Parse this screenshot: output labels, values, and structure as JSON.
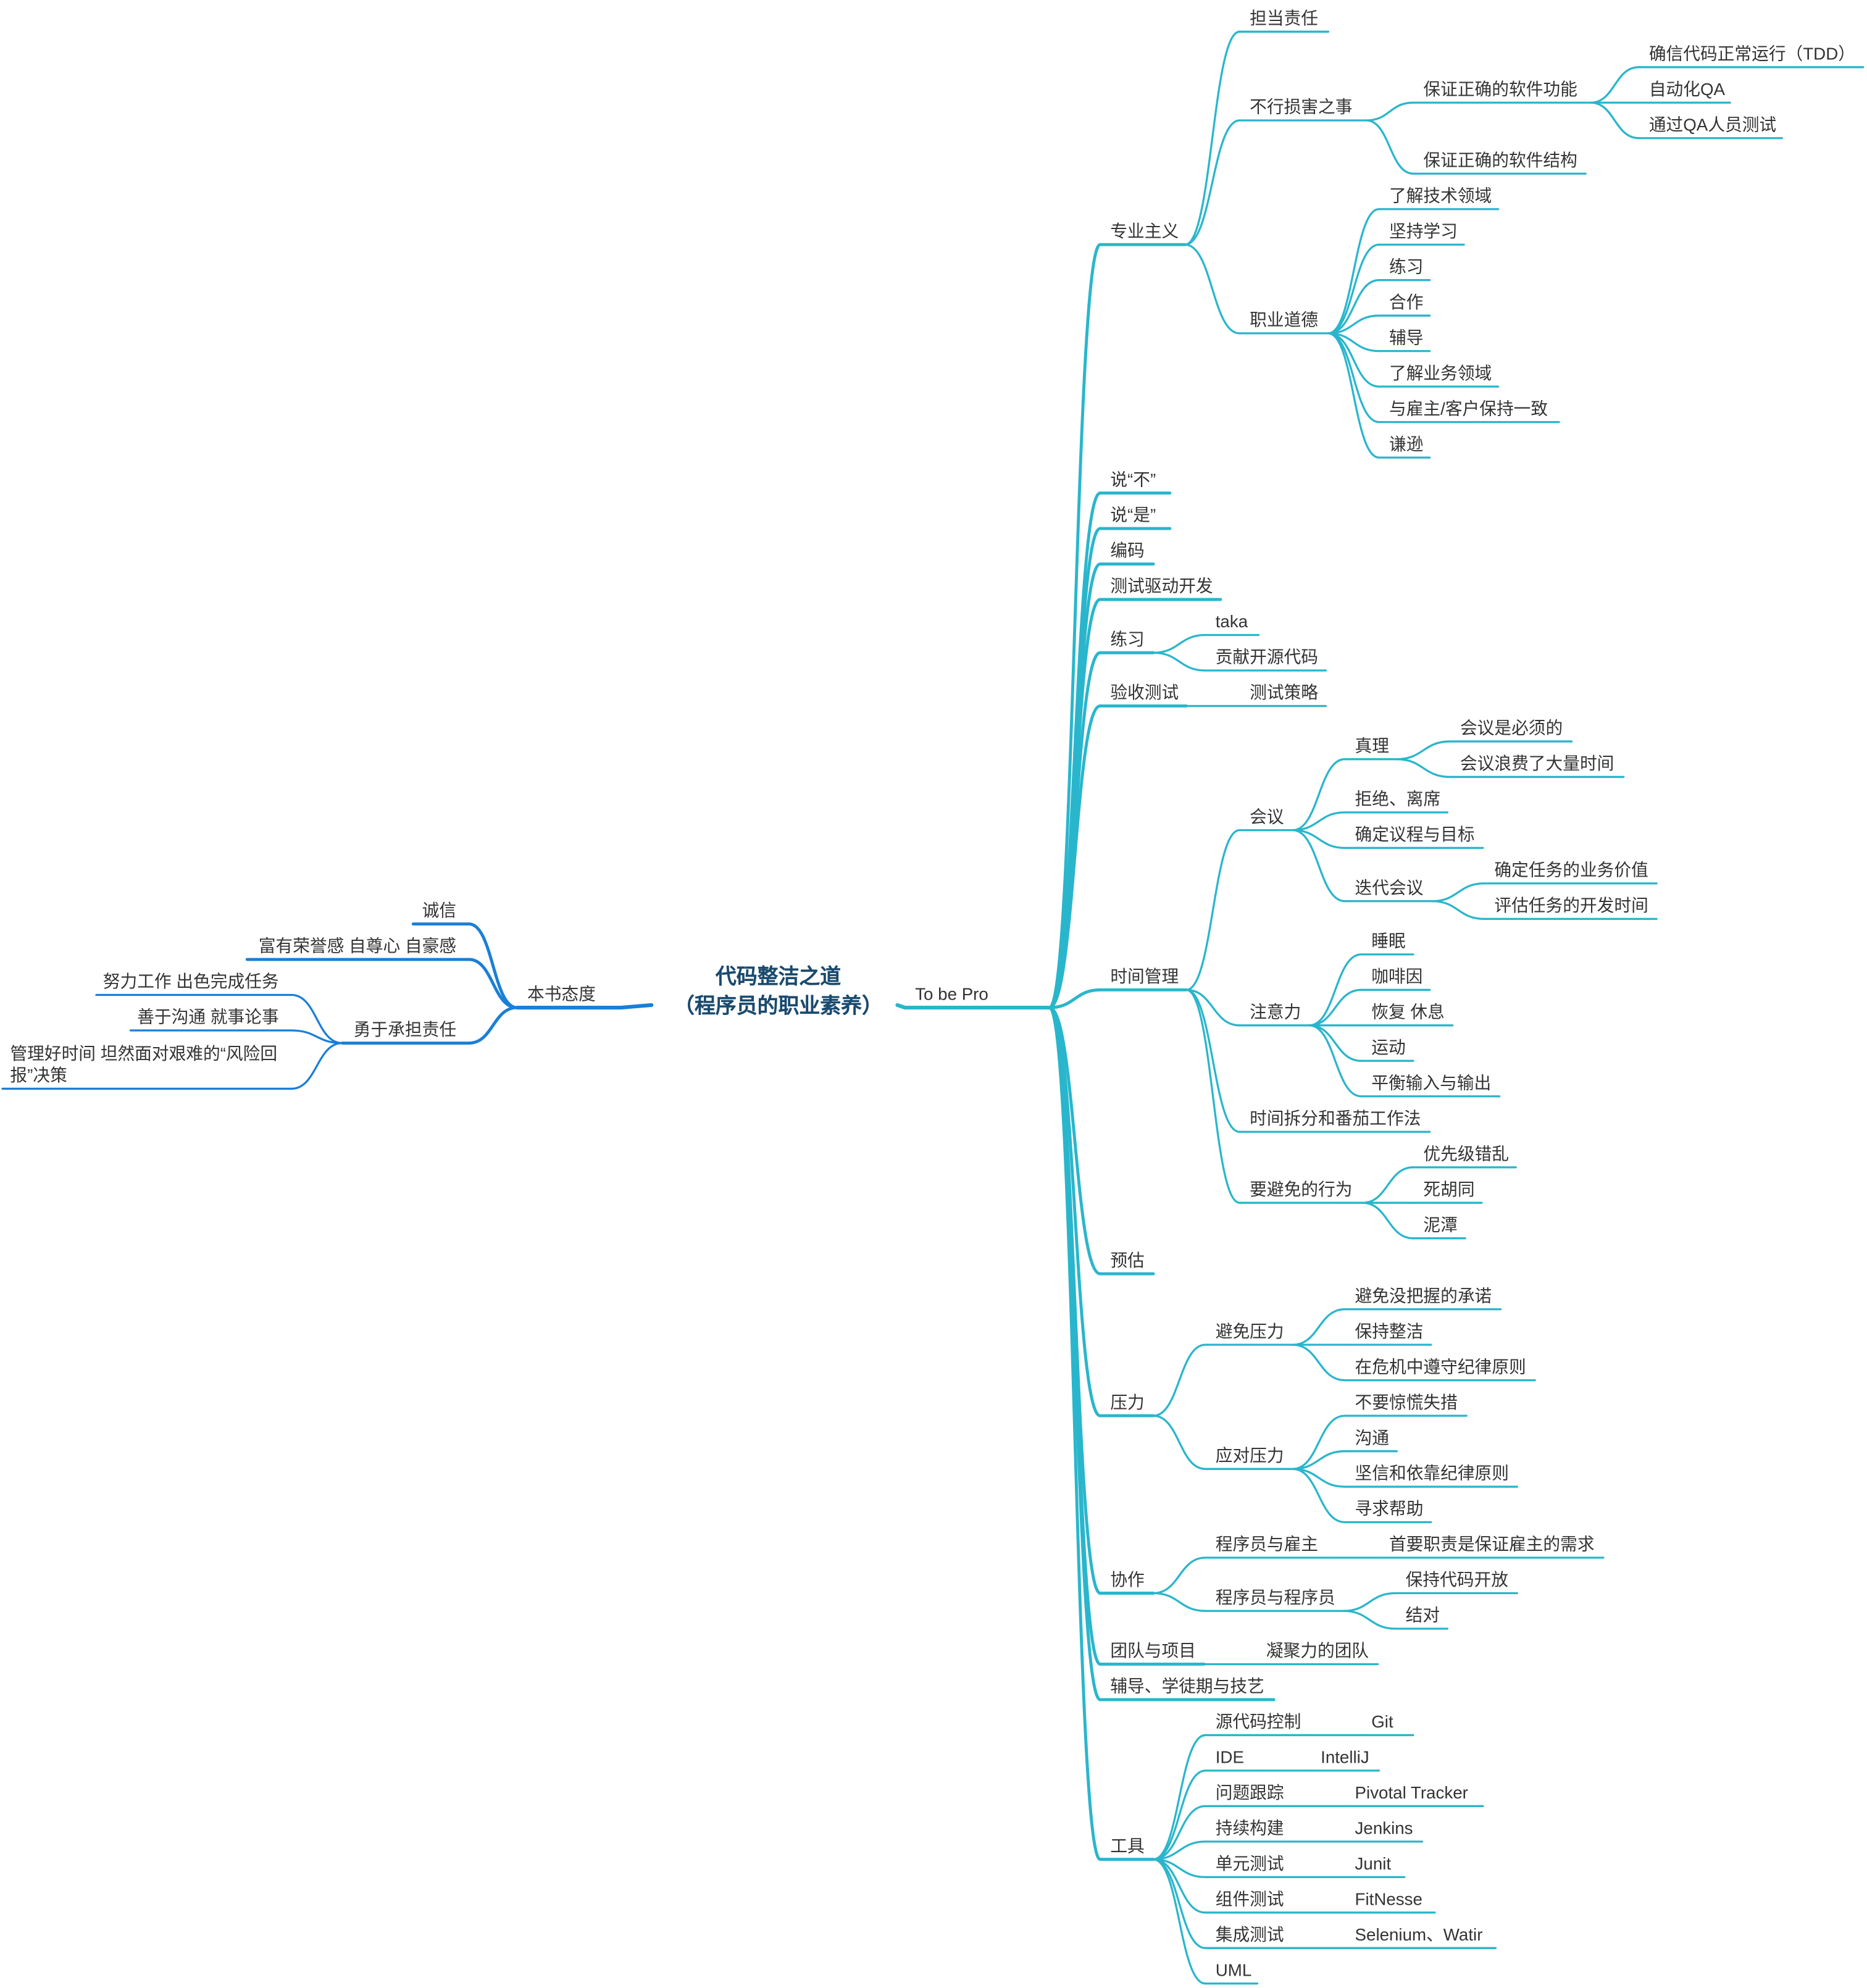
{
  "colors": {
    "left": "#1a7fd6",
    "right": "#29b6cc",
    "text": "#333333",
    "root": "#1a4a6e"
  },
  "root": "代码整洁之道\n（程序员的职业素养）",
  "left": {
    "label": "本书态度",
    "children": [
      {
        "label": "诚信"
      },
      {
        "label": "富有荣誉感  自尊心  自豪感"
      },
      {
        "label": "勇于承担责任",
        "children": [
          {
            "label": "努力工作  出色完成任务"
          },
          {
            "label": "善于沟通  就事论事"
          },
          {
            "label": "管理好时间  坦然面对艰难的“风险回\n报”决策"
          }
        ]
      }
    ]
  },
  "right": {
    "label": "To be Pro",
    "children": [
      {
        "label": "专业主义",
        "children": [
          {
            "label": "担当责任"
          },
          {
            "label": "不行损害之事",
            "children": [
              {
                "label": "保证正确的软件功能",
                "children": [
                  {
                    "label": "确信代码正常运行（TDD）"
                  },
                  {
                    "label": "自动化QA"
                  },
                  {
                    "label": "通过QA人员测试"
                  }
                ]
              },
              {
                "label": "保证正确的软件结构"
              }
            ]
          },
          {
            "label": "职业道德",
            "children": [
              {
                "label": "了解技术领域"
              },
              {
                "label": "坚持学习"
              },
              {
                "label": "练习"
              },
              {
                "label": "合作"
              },
              {
                "label": "辅导"
              },
              {
                "label": "了解业务领域"
              },
              {
                "label": "与雇主/客户保持一致"
              },
              {
                "label": "谦逊"
              }
            ]
          }
        ]
      },
      {
        "label": "说“不”"
      },
      {
        "label": "说“是”"
      },
      {
        "label": "编码"
      },
      {
        "label": "测试驱动开发"
      },
      {
        "label": "练习",
        "children": [
          {
            "label": "taka"
          },
          {
            "label": "贡献开源代码"
          }
        ]
      },
      {
        "label": "验收测试",
        "children": [
          {
            "label": "测试策略"
          }
        ]
      },
      {
        "label": "时间管理",
        "children": [
          {
            "label": "会议",
            "children": [
              {
                "label": "真理",
                "children": [
                  {
                    "label": "会议是必须的"
                  },
                  {
                    "label": "会议浪费了大量时间"
                  }
                ]
              },
              {
                "label": "拒绝、离席"
              },
              {
                "label": "确定议程与目标"
              },
              {
                "label": "迭代会议",
                "children": [
                  {
                    "label": "确定任务的业务价值"
                  },
                  {
                    "label": "评估任务的开发时间"
                  }
                ]
              }
            ]
          },
          {
            "label": "注意力",
            "children": [
              {
                "label": "睡眠"
              },
              {
                "label": "咖啡因"
              },
              {
                "label": "恢复  休息"
              },
              {
                "label": "运动"
              },
              {
                "label": "平衡输入与输出"
              }
            ]
          },
          {
            "label": "时间拆分和番茄工作法"
          },
          {
            "label": "要避免的行为",
            "children": [
              {
                "label": "优先级错乱"
              },
              {
                "label": "死胡同"
              },
              {
                "label": "泥潭"
              }
            ]
          }
        ]
      },
      {
        "label": "预估"
      },
      {
        "label": "压力",
        "children": [
          {
            "label": "避免压力",
            "children": [
              {
                "label": "避免没把握的承诺"
              },
              {
                "label": "保持整洁"
              },
              {
                "label": "在危机中遵守纪律原则"
              }
            ]
          },
          {
            "label": "应对压力",
            "children": [
              {
                "label": "不要惊慌失措"
              },
              {
                "label": "沟通"
              },
              {
                "label": "坚信和依靠纪律原则"
              },
              {
                "label": "寻求帮助"
              }
            ]
          }
        ]
      },
      {
        "label": "协作",
        "children": [
          {
            "label": "程序员与雇主",
            "children": [
              {
                "label": "首要职责是保证雇主的需求"
              }
            ]
          },
          {
            "label": "程序员与程序员",
            "children": [
              {
                "label": "保持代码开放"
              },
              {
                "label": "结对"
              }
            ]
          }
        ]
      },
      {
        "label": "团队与项目",
        "children": [
          {
            "label": "凝聚力的团队"
          }
        ]
      },
      {
        "label": "辅导、学徒期与技艺"
      },
      {
        "label": "工具",
        "children": [
          {
            "label": "源代码控制",
            "children": [
              {
                "label": "Git"
              }
            ]
          },
          {
            "label": "IDE",
            "children": [
              {
                "label": "IntelliJ"
              }
            ]
          },
          {
            "label": "问题跟踪",
            "children": [
              {
                "label": "Pivotal Tracker"
              }
            ]
          },
          {
            "label": "持续构建",
            "children": [
              {
                "label": "Jenkins"
              }
            ]
          },
          {
            "label": "单元测试",
            "children": [
              {
                "label": "Junit"
              }
            ]
          },
          {
            "label": "组件测试",
            "children": [
              {
                "label": "FitNesse"
              }
            ]
          },
          {
            "label": "集成测试",
            "children": [
              {
                "label": "Selenium、Watir"
              }
            ]
          },
          {
            "label": "UML"
          }
        ]
      }
    ]
  }
}
